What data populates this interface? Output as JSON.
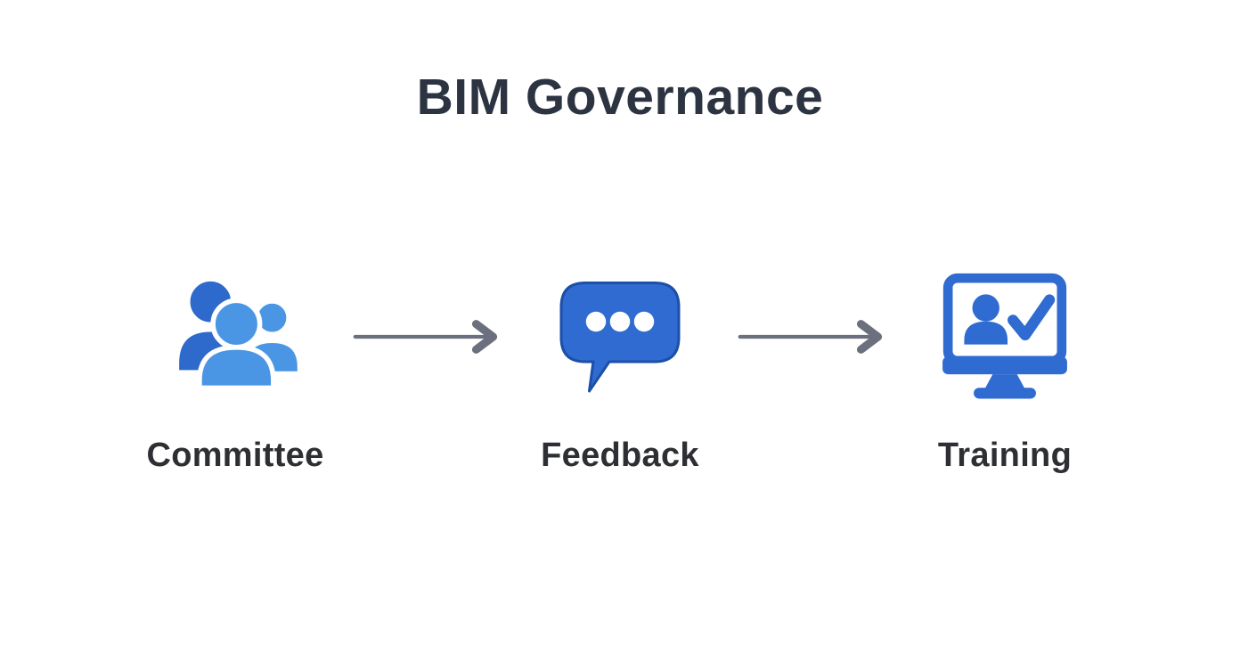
{
  "title": "BIM Governance",
  "colors": {
    "background": "#ffffff",
    "title_text": "#2c3442",
    "label_text": "#2d2f33",
    "arrow": "#6c6f7d",
    "icon_blue": "#2f6bd0",
    "icon_blue_dark": "#2e6acb",
    "icon_blue_light": "#4a96e4",
    "icon_outline": "#1d4fa8"
  },
  "flow": {
    "nodes": [
      {
        "label": "Committee",
        "icon": "people-group-icon"
      },
      {
        "label": "Feedback",
        "icon": "speech-bubble-icon"
      },
      {
        "label": "Training",
        "icon": "monitor-check-icon"
      }
    ],
    "connectors": [
      {
        "from": "Committee",
        "to": "Feedback",
        "style": "arrow-right"
      },
      {
        "from": "Feedback",
        "to": "Training",
        "style": "arrow-right"
      }
    ]
  }
}
